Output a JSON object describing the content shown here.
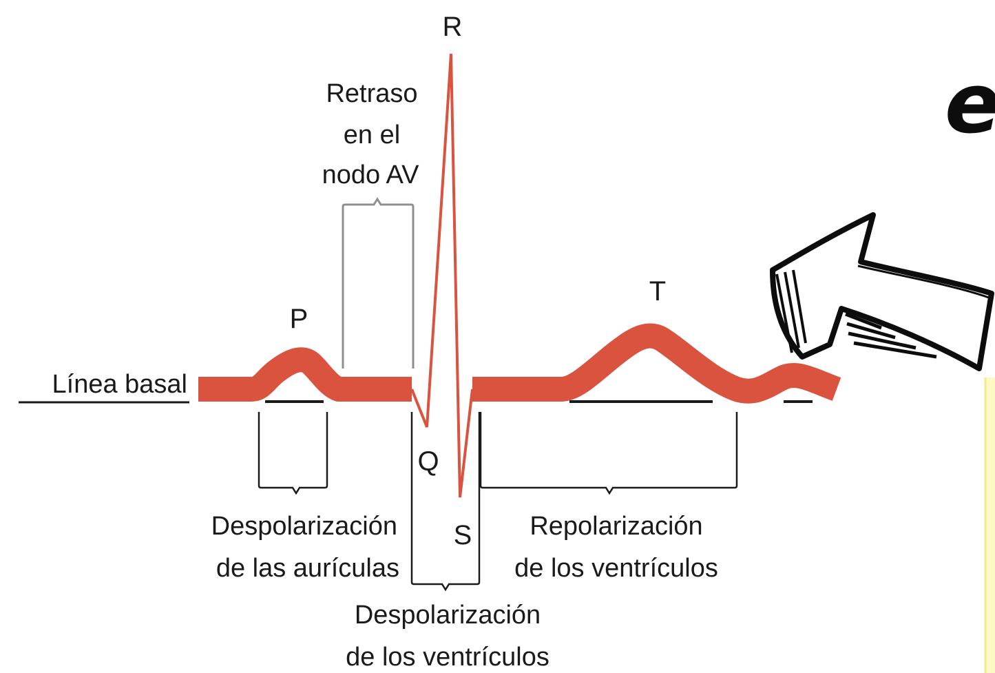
{
  "diagram": {
    "baseline_label": "Línea basal",
    "waves": {
      "p": "P",
      "q": "Q",
      "r": "R",
      "s": "S",
      "t": "T"
    },
    "av_delay": [
      "Retraso",
      "en el",
      "nodo AV"
    ],
    "atrial_depolarization": [
      "Despolarización",
      "de las aurículas"
    ],
    "ventricular_depolarization": [
      "Despolarización",
      "de los ventrículos"
    ],
    "ventricular_repolarization": [
      "Repolarización",
      "de los ventrículos"
    ]
  },
  "overlay": {
    "partial_heading_letter": "e"
  },
  "colors": {
    "trace": "#d9533f",
    "bracket": "#8f8f8f",
    "ink": "#1a1a1a",
    "note_panel": "#fdf9c4"
  }
}
